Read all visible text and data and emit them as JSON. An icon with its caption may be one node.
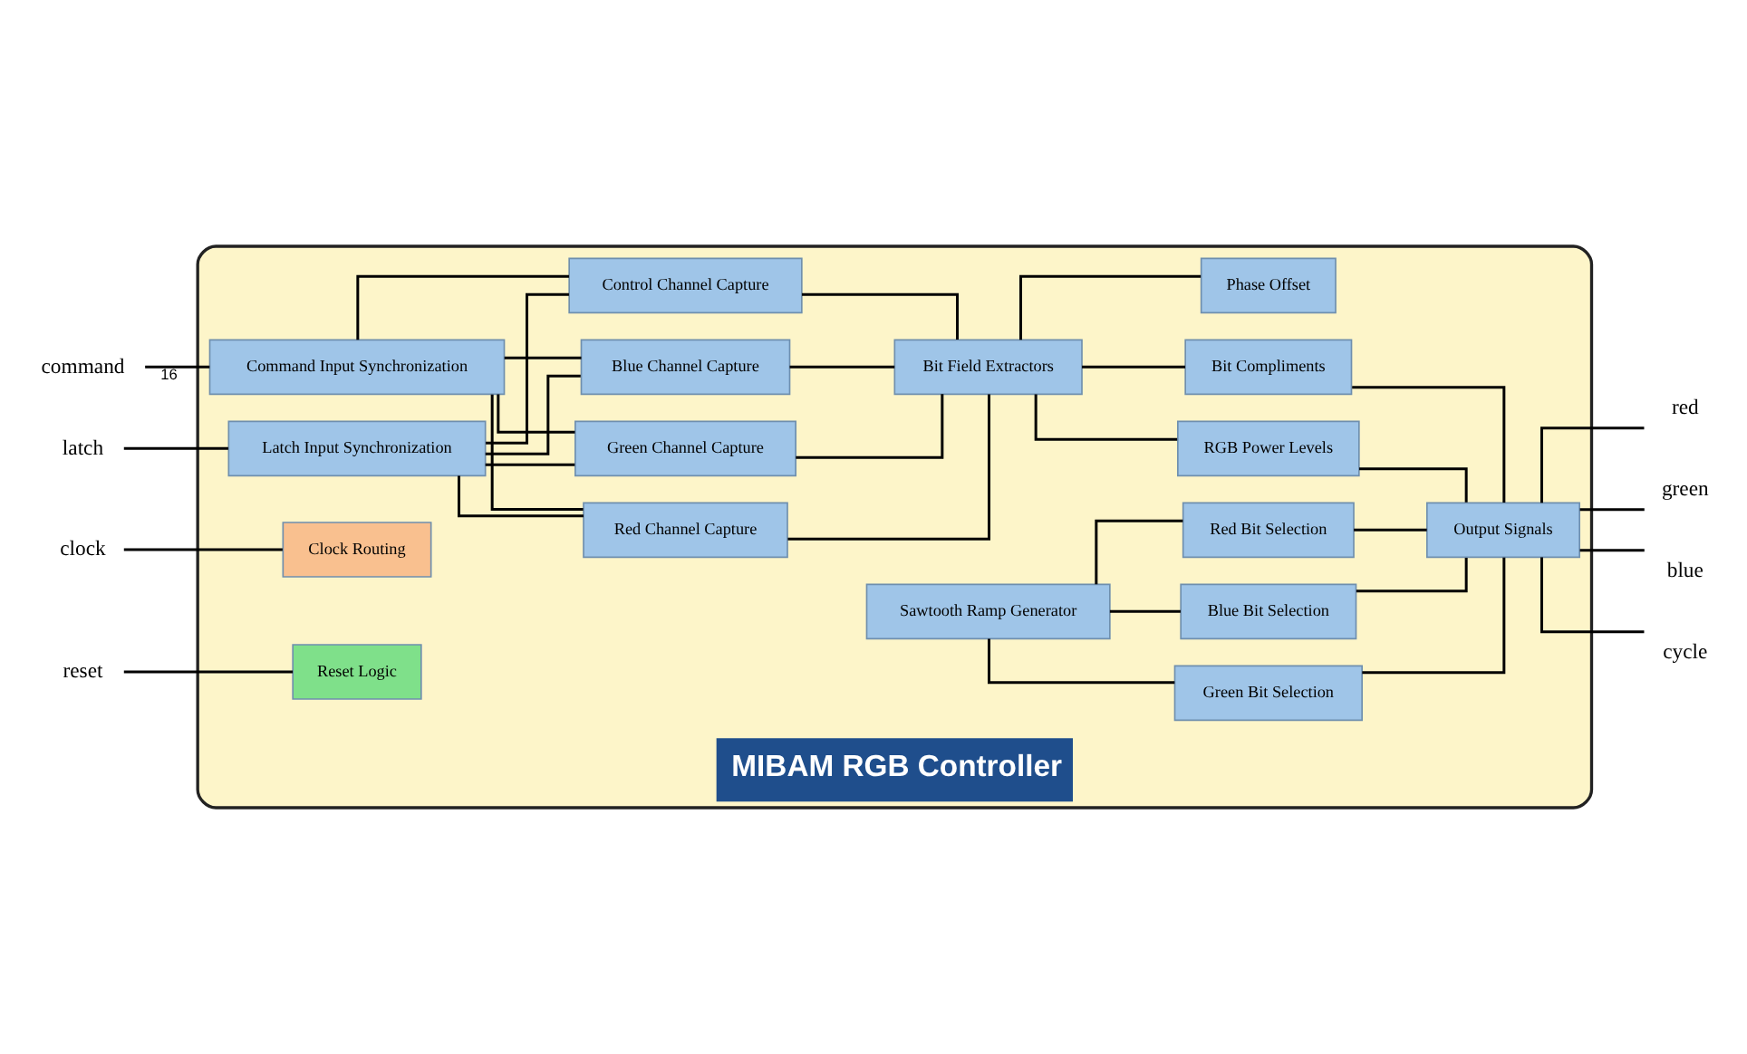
{
  "diagram": {
    "nodes": [
      {
        "text": [
          "MIBAM RGB Controller"
        ]
      },
      {
        "text": [
          "command"
        ]
      },
      {
        "text": [
          "latch"
        ]
      },
      {
        "text": [
          "clock"
        ]
      },
      {
        "text": [
          "reset"
        ]
      },
      {
        "text": [
          "Command Input Synchronization"
        ],
        "in": 0
      },
      {
        "text": [
          "Latch Input Synchronization"
        ],
        "in": 0
      },
      {
        "text": [
          "Red Channel Capture"
        ],
        "in": 0
      },
      {
        "text": [
          "Green Channel Capture"
        ],
        "in": 0
      },
      {
        "text": [
          "Blue Channel Capture"
        ],
        "in": 0
      },
      {
        "text": [
          "Control Channel Capture"
        ],
        "in": 0
      },
      {
        "text": [
          "Bit Field Extractors"
        ],
        "in": 0
      },
      {
        "text": [
          "Clock Routing"
        ],
        "in": 0
      },
      {
        "text": [
          "Reset Logic"
        ],
        "in": 0
      },
      {
        "text": [
          "Phase Offset"
        ],
        "in": 0
      },
      {
        "text": [
          "RGB Power Levels"
        ],
        "in": 0
      },
      {
        "text": [
          "Bit Compliments"
        ],
        "in": 0
      },
      {
        "text": [
          "Sawtooth Ramp Generator"
        ],
        "in": 0
      },
      {
        "text": [
          "Red Bit Selection"
        ],
        "in": 0
      },
      {
        "text": [
          "Green Bit Selection"
        ],
        "in": 0
      },
      {
        "text": [
          "Blue Bit Selection"
        ],
        "in": 0
      },
      {
        "text": [
          "Output Signals"
        ],
        "in": 0
      },
      {
        "text": [
          "red"
        ]
      },
      {
        "text": [
          "green"
        ]
      },
      {
        "text": [
          "blue"
        ]
      },
      {
        "text": [
          "cycle"
        ]
      }
    ],
    "edges": [
      {
        "from": 1,
        "to": 5,
        "arrow": "none",
        "label": "16"
      },
      {
        "from": 2,
        "to": 6,
        "arrow": "none"
      },
      {
        "from": 3,
        "to": 12,
        "arrow": "none"
      },
      {
        "from": 4,
        "to": 13,
        "arrow": "none"
      },
      {
        "from": 5,
        "to": 7,
        "arrow": "none"
      },
      {
        "from": 5,
        "to": 8,
        "arrow": "none"
      },
      {
        "from": 5,
        "to": 9,
        "arrow": "none"
      },
      {
        "from": 5,
        "to": 10,
        "arrow": "none"
      },
      {
        "from": 6,
        "to": 7,
        "arrow": "none"
      },
      {
        "from": 6,
        "to": 8,
        "arrow": "none"
      },
      {
        "from": 6,
        "to": 9,
        "arrow": "none"
      },
      {
        "from": 6,
        "to": 10,
        "arrow": "none"
      },
      {
        "from": 7,
        "to": 11,
        "arrow": "none"
      },
      {
        "from": 8,
        "to": 11,
        "arrow": "none"
      },
      {
        "from": 9,
        "to": 11,
        "arrow": "none"
      },
      {
        "from": 10,
        "to": 11,
        "arrow": "none"
      },
      {
        "from": 11,
        "to": 14,
        "arrow": "none"
      },
      {
        "from": 11,
        "to": 15,
        "arrow": "none"
      },
      {
        "from": 11,
        "to": 16,
        "arrow": "none"
      },
      {
        "from": 15,
        "to": 21,
        "arrow": "none"
      },
      {
        "from": 16,
        "to": 21,
        "arrow": "none"
      },
      {
        "from": 17,
        "to": 18,
        "arrow": "none"
      },
      {
        "from": 17,
        "to": 19,
        "arrow": "none"
      },
      {
        "from": 17,
        "to": 20,
        "arrow": "none"
      },
      {
        "from": 18,
        "to": 21,
        "arrow": "none"
      },
      {
        "from": 19,
        "to": 21,
        "arrow": "none"
      },
      {
        "from": 20,
        "to": 21,
        "arrow": "none"
      },
      {
        "from": 21,
        "to": 22,
        "arrow": "none"
      },
      {
        "from": 21,
        "to": 23,
        "arrow": "none"
      },
      {
        "from": 21,
        "to": 24,
        "arrow": "none"
      },
      {
        "from": 21,
        "to": 25,
        "arrow": "none"
      }
    ]
  }
}
